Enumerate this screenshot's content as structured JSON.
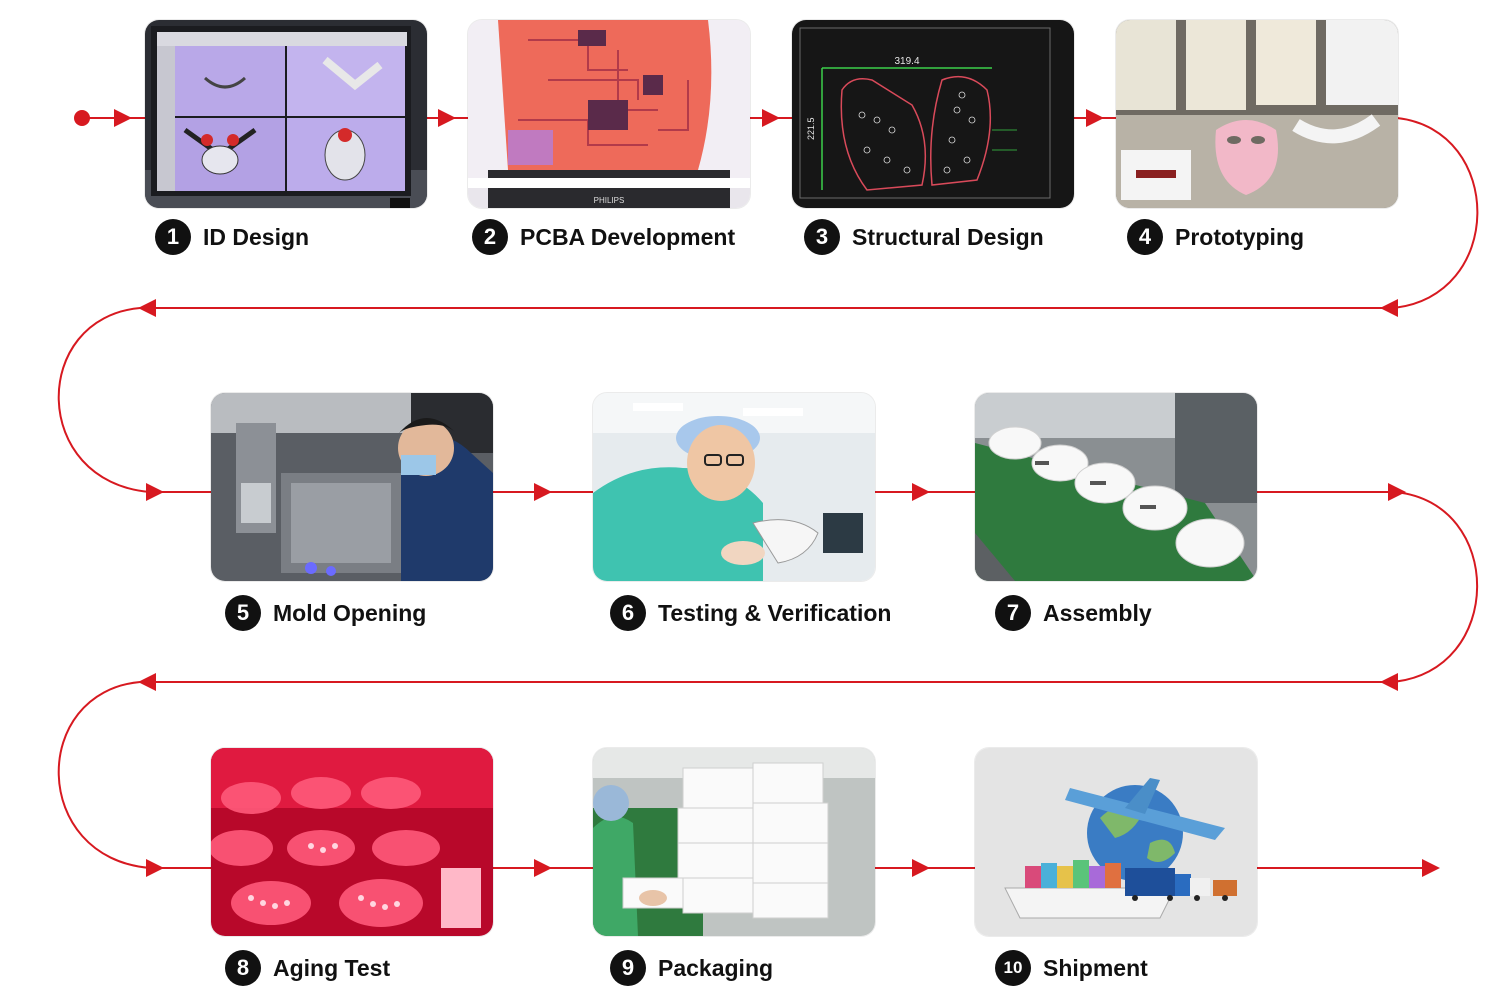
{
  "colors": {
    "flow_line": "#d71920",
    "badge": "#111111",
    "badge_text": "#ffffff",
    "title": "#111111"
  },
  "steps": [
    {
      "number": "1",
      "title": "ID Design"
    },
    {
      "number": "2",
      "title": "PCBA Development"
    },
    {
      "number": "3",
      "title": "Structural Design"
    },
    {
      "number": "4",
      "title": "Prototyping"
    },
    {
      "number": "5",
      "title": "Mold Opening"
    },
    {
      "number": "6",
      "title": "Testing & Verification"
    },
    {
      "number": "7",
      "title": "Assembly"
    },
    {
      "number": "8",
      "title": "Aging Test"
    },
    {
      "number": "9",
      "title": "Packaging"
    },
    {
      "number": "10",
      "title": "Shipment"
    }
  ],
  "photo_text": {
    "monitor_brand": "PHILIPS",
    "dimension_width": "319.4",
    "dimension_height": "221.5"
  }
}
